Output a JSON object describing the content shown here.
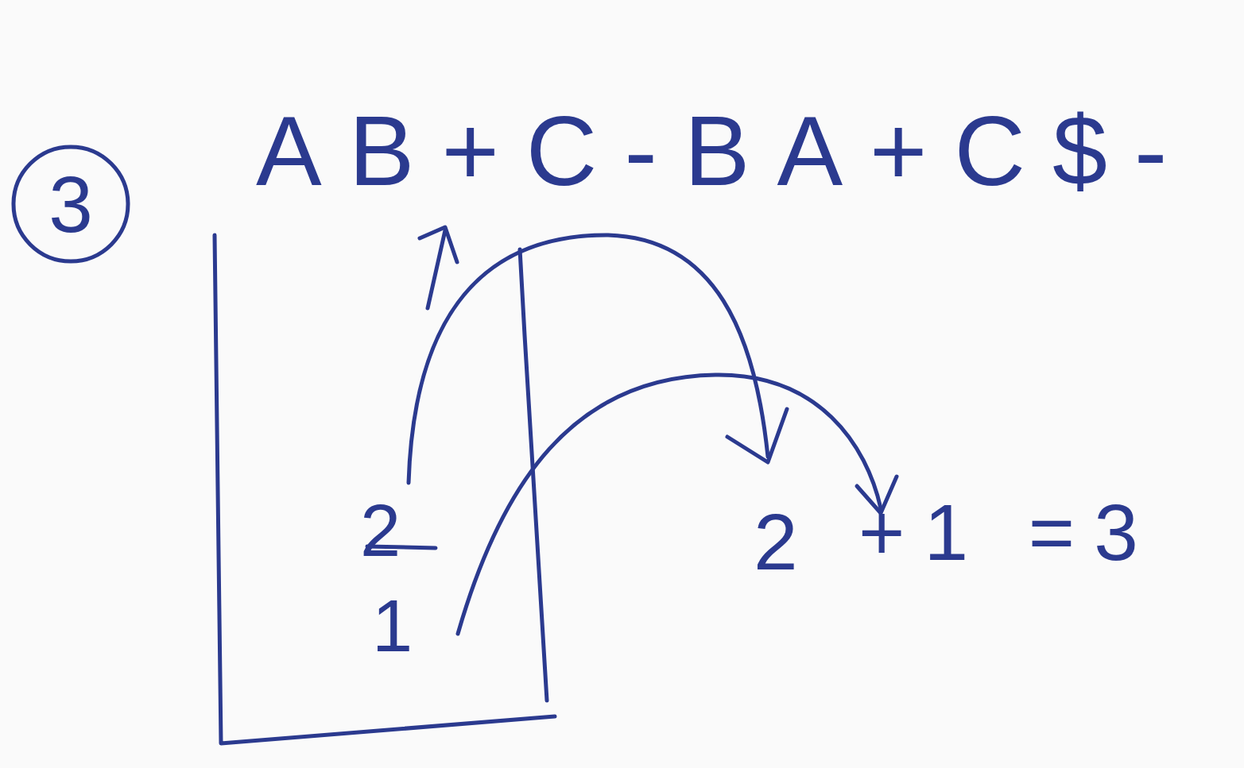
{
  "diagram": {
    "nodes": [
      {
        "text": [
          "3"
        ]
      },
      {
        "text": [
          "2",
          "1"
        ]
      }
    ],
    "labels": [
      "AB+C-BA+C$-",
      "2",
      "+1 =3"
    ]
  }
}
